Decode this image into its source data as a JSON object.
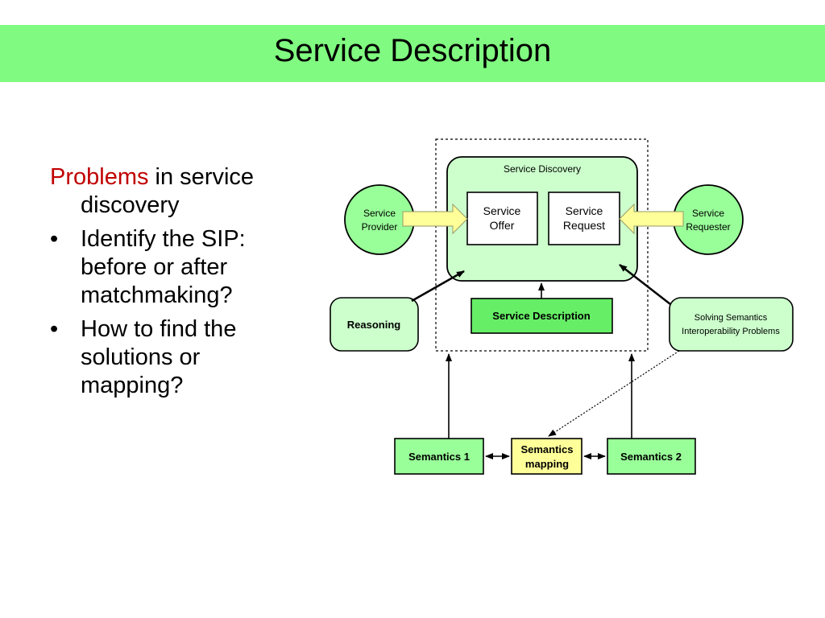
{
  "title": "Service Description",
  "text": {
    "heading_highlight": "Problems",
    "heading_rest": " in service discovery",
    "bullets": [
      "Identify the SIP: before or after matchmaking?",
      "How to find the solutions or mapping?"
    ]
  },
  "diagram": {
    "service_discovery": "Service Discovery",
    "service_offer": [
      "Service",
      "Offer"
    ],
    "service_request": [
      "Service",
      "Request"
    ],
    "service_provider": [
      "Service",
      "Provider"
    ],
    "service_requester": [
      "Service",
      "Requester"
    ],
    "service_description": "Service Description",
    "reasoning": "Reasoning",
    "solving": [
      "Solving Semantics",
      "Interoperability Problems"
    ],
    "semantics_1": "Semantics 1",
    "semantics_mapping": [
      "Semantics",
      "mapping"
    ],
    "semantics_2": "Semantics 2"
  },
  "colors": {
    "title_bar": "#80fa80",
    "highlight_text": "#c00000",
    "light_green": "#ccffcc",
    "mid_green": "#99ff99",
    "dark_green": "#66ee66",
    "yellow": "#ffff99",
    "arrow_yellow": "#ffff99"
  }
}
